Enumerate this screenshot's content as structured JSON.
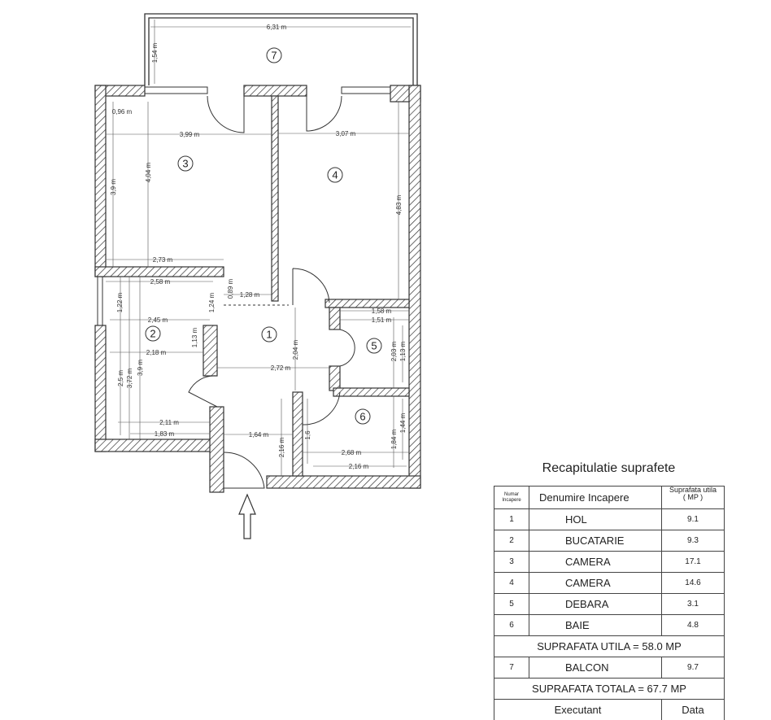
{
  "plan": {
    "rooms": [
      "1",
      "2",
      "3",
      "4",
      "5",
      "6",
      "7"
    ],
    "dimensions": [
      "6,31 m",
      "1,54 m",
      "0,96 m",
      "3,99 m",
      "3,07 m",
      "3,9 m",
      "4,04 m",
      "4,83 m",
      "2,73 m",
      "2,58 m",
      "1,22 m",
      "1,24 m",
      "0,89 m",
      "1,28 m",
      "2,45 m",
      "1,13 m",
      "2,18 m",
      "2,5 m",
      "3,72 m",
      "3,9 m",
      "2,04 m",
      "2,72 m",
      "1,58 m",
      "1,51 m",
      "2,03 m",
      "1,13 m",
      "2,11 m",
      "1,83 m",
      "1,64 m",
      "2,16 m",
      "1,6",
      "1,84 m",
      "1,44 m",
      "2,68 m",
      "2,16 m"
    ],
    "entrance_icon": "arrow-up-icon"
  },
  "summary": {
    "title": "Recapitulatie suprafete",
    "headers": {
      "number": "Numar Incapere",
      "name": "Denumire Incapere",
      "area": "Suprafata utila",
      "unit": "( MP )"
    },
    "rows": [
      {
        "num": "1",
        "name": "HOL",
        "area": "9.1"
      },
      {
        "num": "2",
        "name": "BUCATARIE",
        "area": "9.3"
      },
      {
        "num": "3",
        "name": "CAMERA",
        "area": "17.1"
      },
      {
        "num": "4",
        "name": "CAMERA",
        "area": "14.6"
      },
      {
        "num": "5",
        "name": "DEBARA",
        "area": "3.1"
      },
      {
        "num": "6",
        "name": "BAIE",
        "area": "4.8"
      }
    ],
    "useful_total": "SUPRAFATA UTILA = 58.0 MP",
    "balcony": {
      "num": "7",
      "name": "BALCON",
      "area": "9.7"
    },
    "grand_total": "SUPRAFATA  TOTALA = 67.7 MP",
    "footer": {
      "executant": "Executant",
      "date": "Data"
    }
  }
}
